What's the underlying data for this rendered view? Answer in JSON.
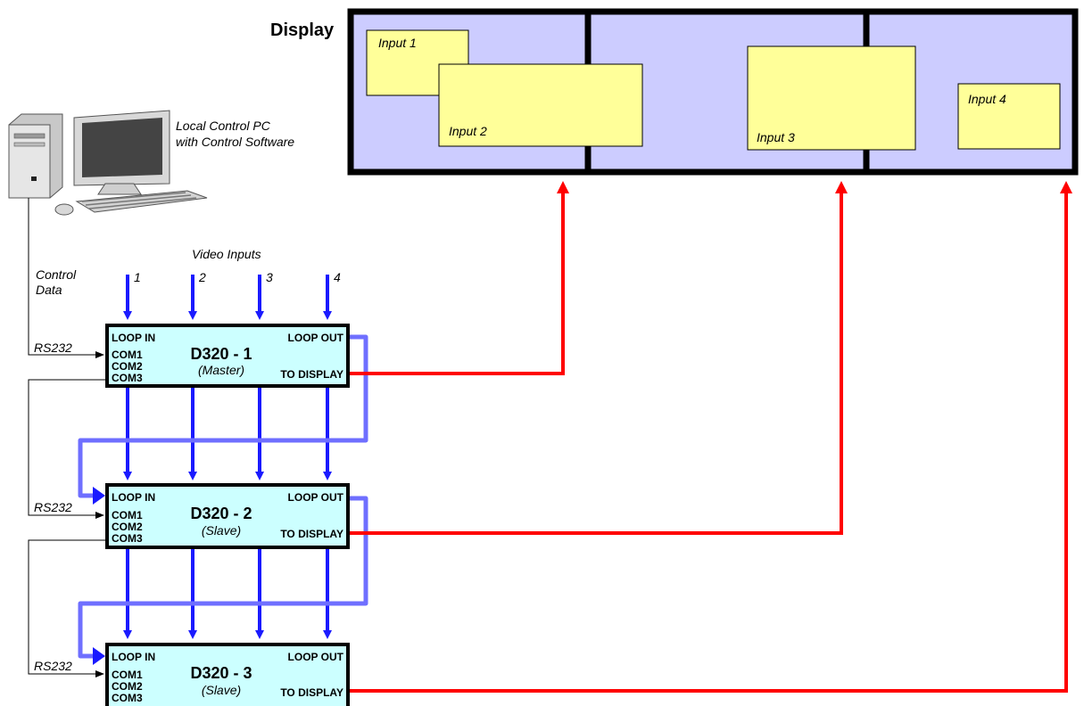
{
  "display": {
    "title": "Display",
    "windows": [
      {
        "label": "Input 1"
      },
      {
        "label": "Input 2"
      },
      {
        "label": "Input 3"
      },
      {
        "label": "Input 4"
      }
    ]
  },
  "pc": {
    "label_line1": "Local Control PC",
    "label_line2": "with Control Software"
  },
  "control": {
    "label_line1": "Control",
    "label_line2": "Data"
  },
  "video_inputs": {
    "title": "Video Inputs",
    "numbers": [
      "1",
      "2",
      "3",
      "4"
    ]
  },
  "devices": [
    {
      "name": "D320 - 1",
      "role": "(Master)",
      "loop_in": "LOOP IN",
      "loop_out": "LOOP OUT",
      "to_display": "TO DISPLAY",
      "com1": "COM1",
      "com2": "COM2",
      "com3": "COM3",
      "rs232": "RS232"
    },
    {
      "name": "D320 - 2",
      "role": "(Slave)",
      "loop_in": "LOOP IN",
      "loop_out": "LOOP OUT",
      "to_display": "TO DISPLAY",
      "com1": "COM1",
      "com2": "COM2",
      "com3": "COM3",
      "rs232": "RS232"
    },
    {
      "name": "D320 - 3",
      "role": "(Slave)",
      "loop_in": "LOOP IN",
      "loop_out": "LOOP OUT",
      "to_display": "TO DISPLAY",
      "com1": "COM1",
      "com2": "COM2",
      "com3": "COM3",
      "rs232": "RS232"
    }
  ],
  "colors": {
    "display_fill": "#ccccff",
    "window_fill": "#ffff99",
    "device_fill": "#ccffff",
    "video_arrow": "#1a1aff",
    "loop_line": "#6f6fff",
    "output_line": "#ff0000"
  }
}
